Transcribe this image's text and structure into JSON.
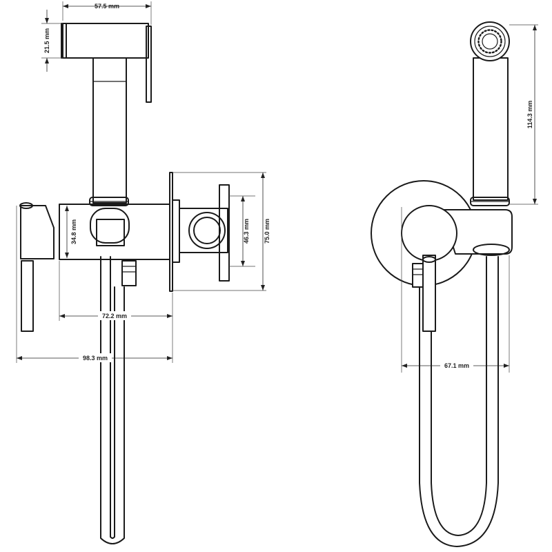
{
  "dimensions": {
    "holder_width": "57.5 mm",
    "holder_height": "21.5 mm",
    "body_height": "34.8 mm",
    "bracket_height": "46.3 mm",
    "flange_height": "75.0 mm",
    "body_depth": "72.2 mm",
    "overall_depth": "98.3 mm",
    "sprayer_length": "114.3 mm",
    "front_width": "67.1 mm"
  }
}
